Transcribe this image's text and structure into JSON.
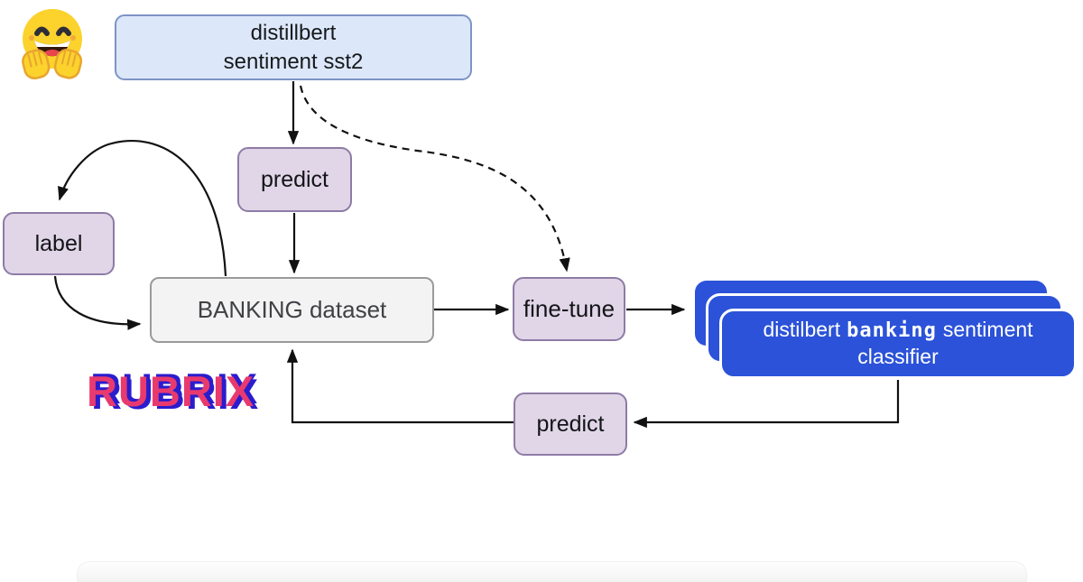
{
  "model_box": {
    "line1": "distillbert",
    "line2": "sentiment sst2"
  },
  "nodes": {
    "predict_top": {
      "label": "predict"
    },
    "label_node": {
      "label": "label"
    },
    "banking": {
      "label": "BANKING dataset"
    },
    "fine_tune": {
      "label": "fine-tune"
    },
    "predict_bottom": {
      "label": "predict"
    }
  },
  "classifier_stack": {
    "line1_pre": "distilbert",
    "line1_highlight": "banking",
    "line1_post": "sentiment",
    "line2": "classifier"
  },
  "logo": {
    "text": "RUBRIX"
  },
  "icons": {
    "hugging_face": "hugging-face-emoji"
  },
  "colors": {
    "model_box_fill": "#dce8fa",
    "model_box_border": "#7d94c6",
    "action_box_fill": "#e0d6e7",
    "action_box_border": "#8e7ba6",
    "dataset_fill": "#f4f3f4",
    "dataset_border": "#9a9a9a",
    "classifier_blue": "#2b52d8",
    "classifier_text": "#ffffff",
    "logo_pink": "#e83a6e",
    "logo_blue": "#2b1ccd",
    "arrow_black": "#111111",
    "emoji_yellow": "#fcd22d"
  }
}
